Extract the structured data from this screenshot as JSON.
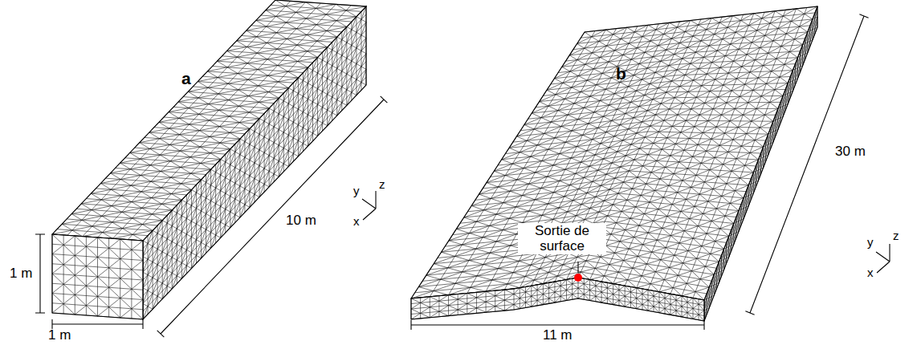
{
  "diagram": {
    "labels": [
      "a",
      "b",
      "1 m",
      "1 m",
      "10 m",
      "y",
      "z",
      "x",
      "Sortie de surface",
      "30 m",
      "11 m",
      "y",
      "z",
      "x"
    ]
  }
}
